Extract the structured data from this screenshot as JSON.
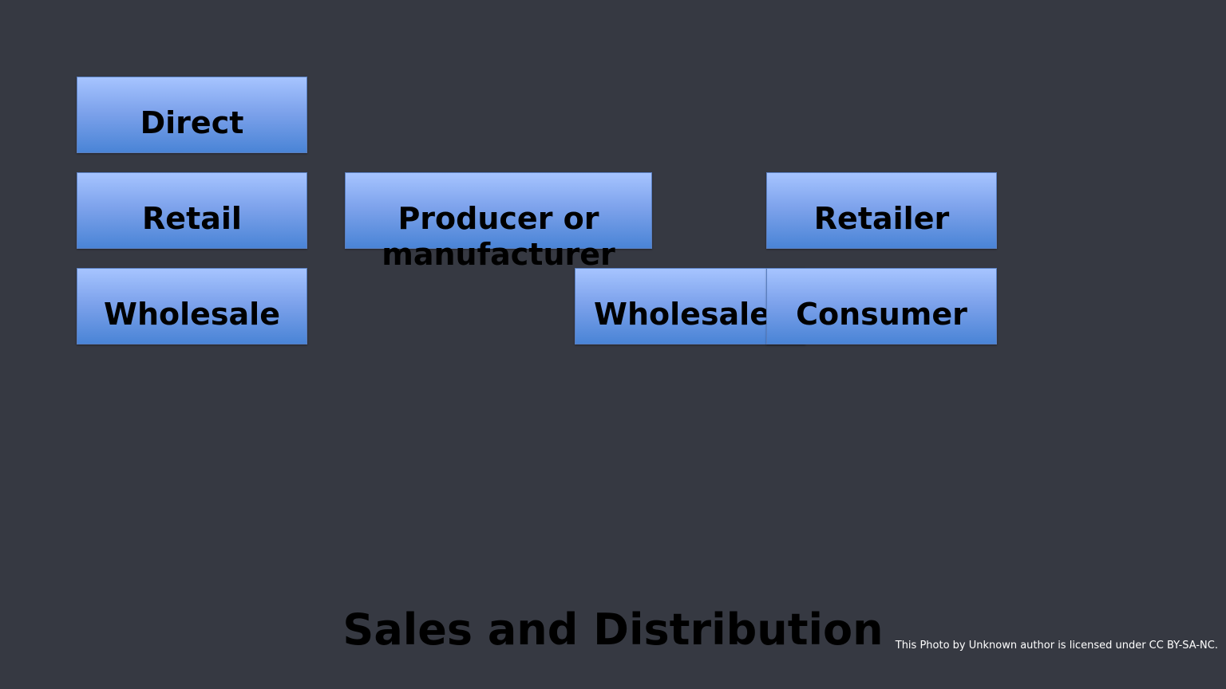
{
  "channel_types": {
    "direct": "Direct",
    "retail": "Retail",
    "wholesale": "Wholesale"
  },
  "flow": {
    "producer": [
      "Producer or",
      "manufacturer"
    ],
    "wholesaler": "Wholesale",
    "retailer": "Retailer",
    "consumer": "Consumer"
  },
  "title": "Sales and Distribution",
  "attribution": "This Photo by Unknown author is licensed under CC BY-SA-NC.",
  "colors": {
    "background": "#363942",
    "box_top": "#a6c4ff",
    "box_bottom": "#4a84d6",
    "text": "#000000"
  }
}
